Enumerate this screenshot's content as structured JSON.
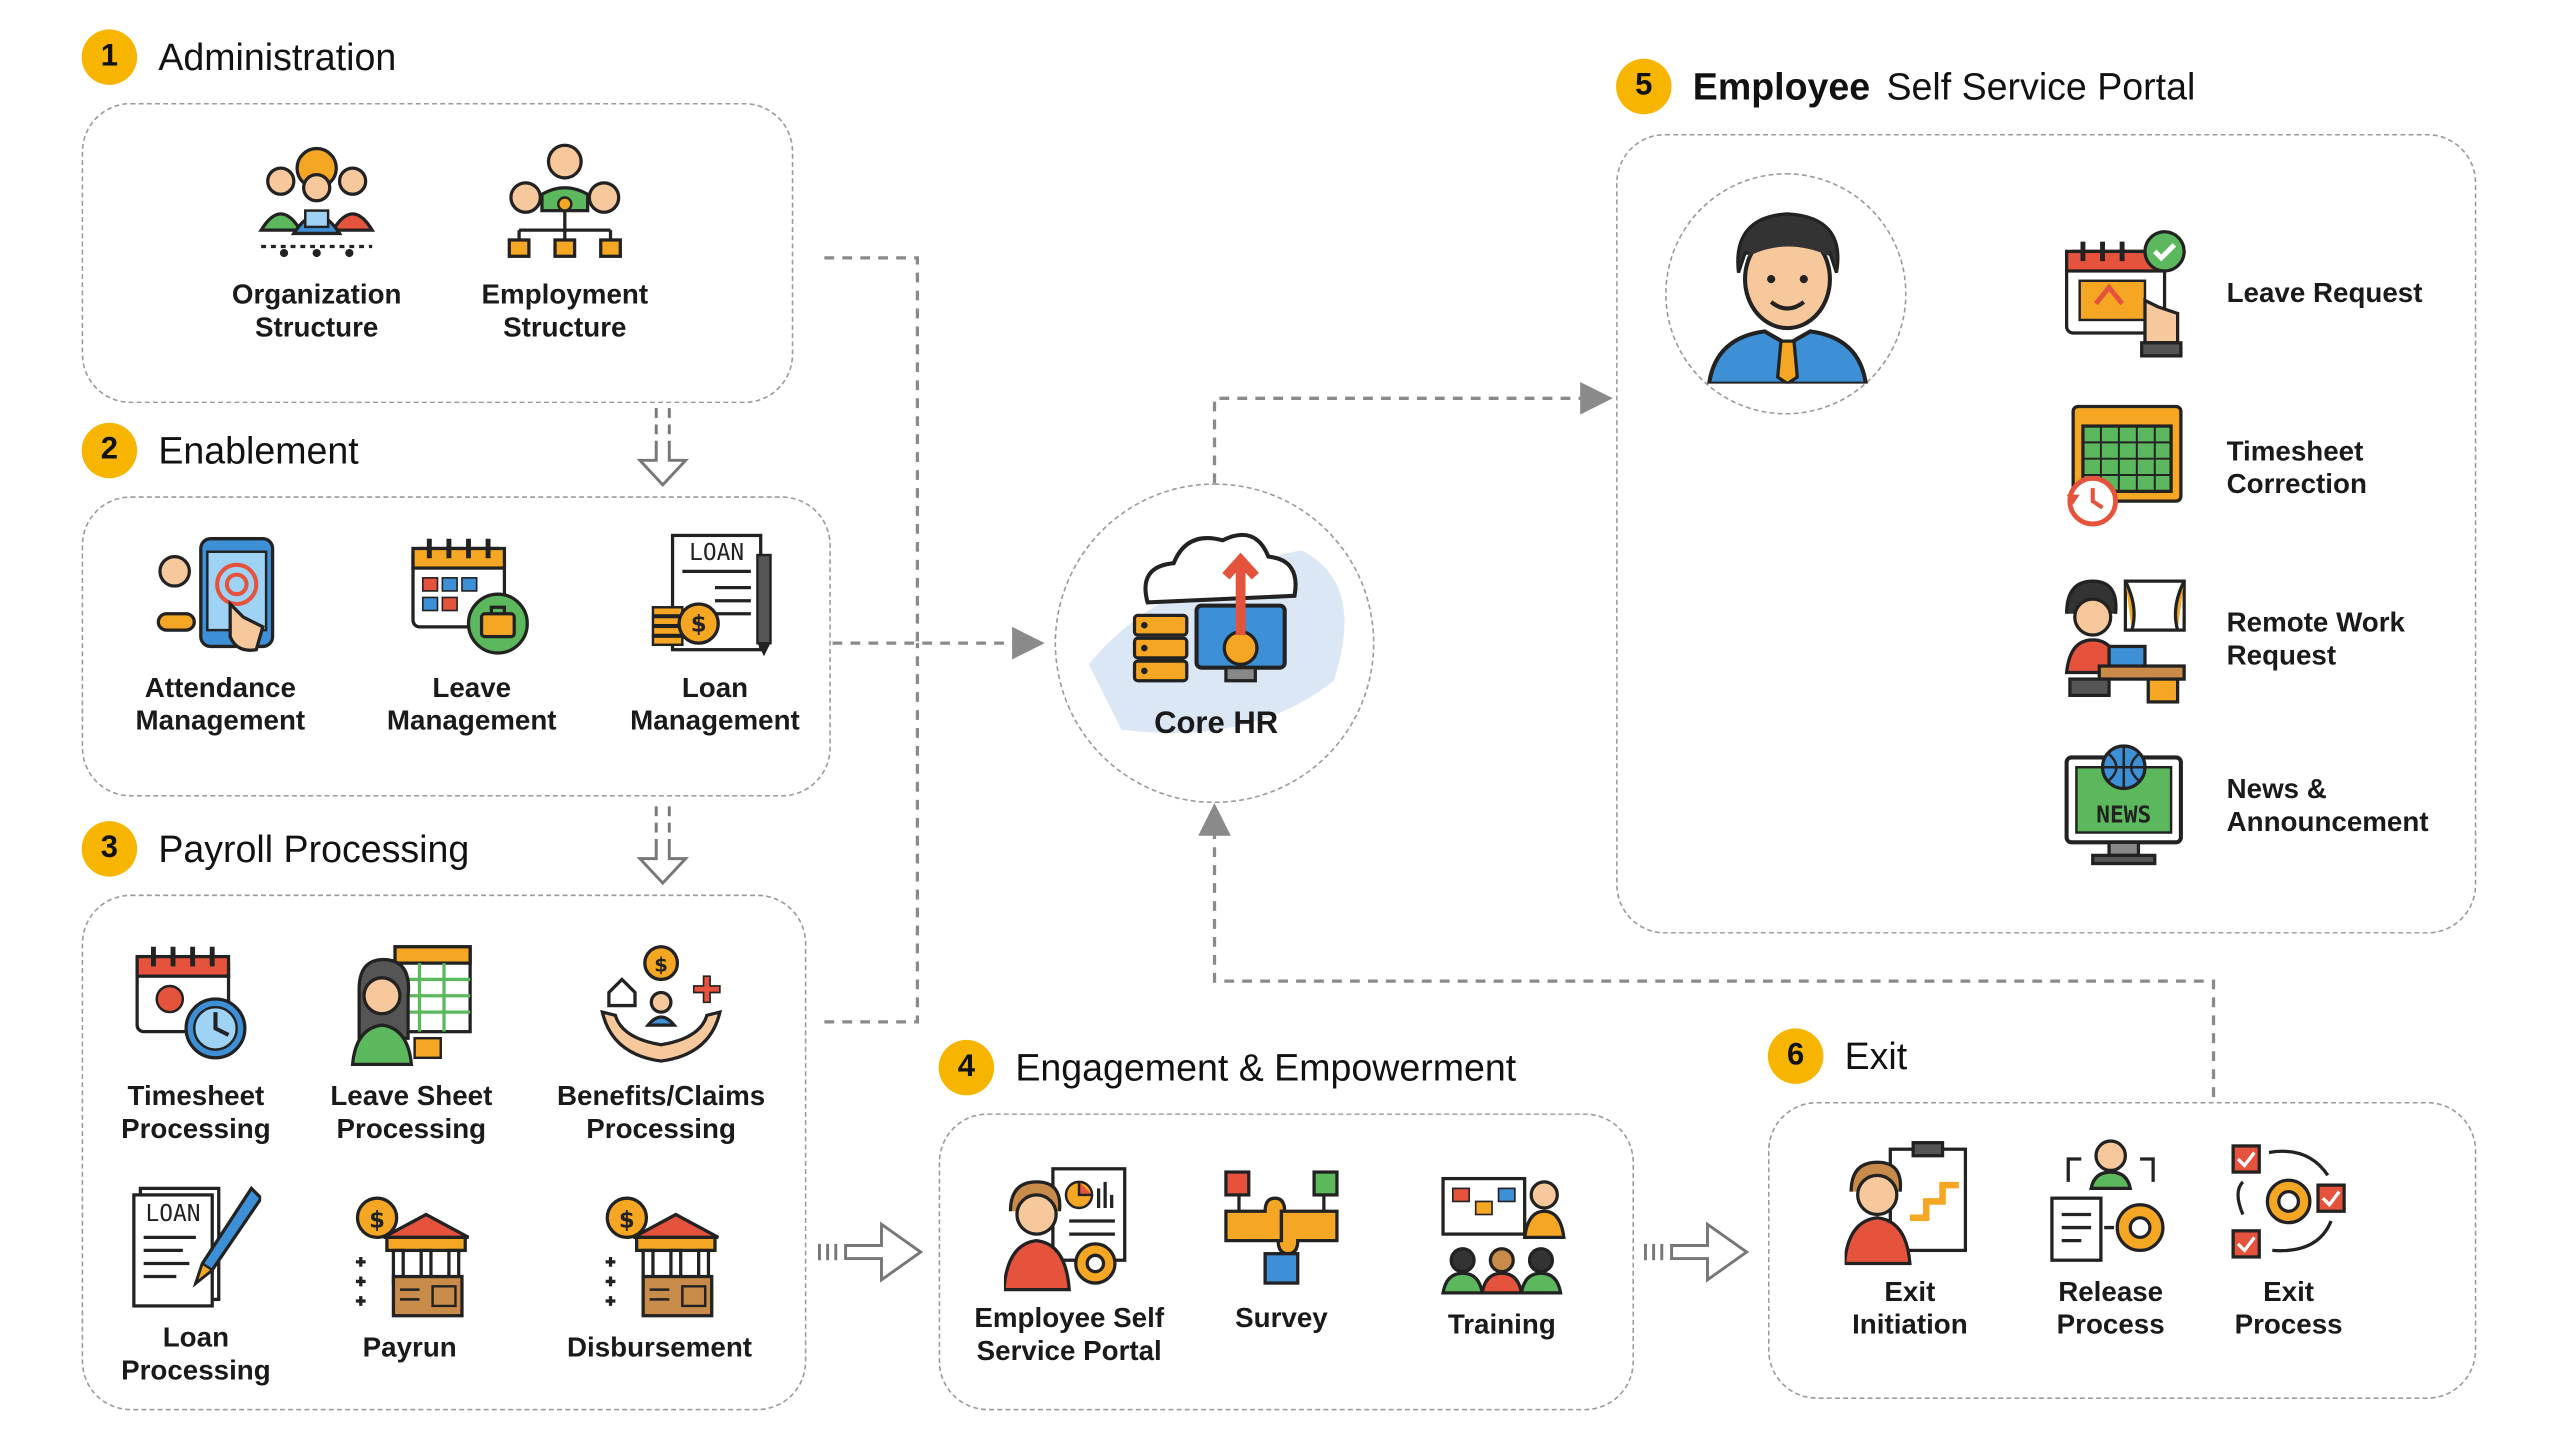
{
  "sections": {
    "administration": {
      "number": "1",
      "title": "Administration",
      "items": [
        "Organization\nStructure",
        "Employment\nStructure"
      ]
    },
    "enablement": {
      "number": "2",
      "title": "Enablement",
      "items": [
        "Attendance\nManagement",
        "Leave\nManagement",
        "Loan\nManagement"
      ]
    },
    "payroll": {
      "number": "3",
      "title": "Payroll Processing",
      "items": [
        "Timesheet\nProcessing",
        "Leave Sheet\nProcessing",
        "Benefits/Claims\nProcessing",
        "Loan\nProcessing",
        "Payrun",
        "Disbursement"
      ]
    },
    "engagement": {
      "number": "4",
      "title": "Engagement & Empowerment",
      "items": [
        "Employee Self\nService Portal",
        "Survey",
        "Training"
      ]
    },
    "ess": {
      "number": "5",
      "title": "Employee",
      "subtitle": "Self Service Portal",
      "items": [
        "Leave Request",
        "Timesheet\nCorrection",
        "Remote Work\nRequest",
        "News &\nAnnouncement"
      ]
    },
    "exit": {
      "number": "6",
      "title": "Exit",
      "items": [
        "Exit\nInitiation",
        "Release\nProcess",
        "Exit\nProcess"
      ]
    }
  },
  "core": {
    "label": "Core HR"
  },
  "icon_text": {
    "loan": "LOAN",
    "news": "NEWS"
  },
  "colors": {
    "badge": "#f7b500",
    "dashed_border": "#9a9a9a",
    "connector": "#8a8a8a",
    "icon_orange": "#f5a623",
    "icon_red": "#e5533d",
    "icon_blue": "#3d8fd6",
    "icon_green": "#5cb85c"
  }
}
